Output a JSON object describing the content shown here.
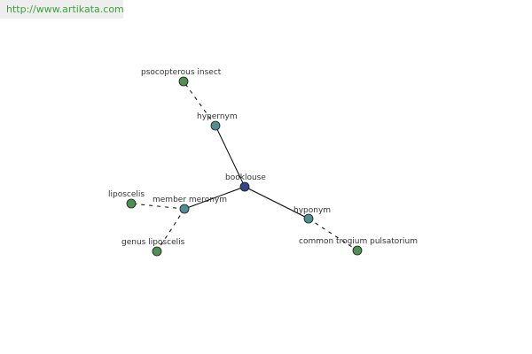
{
  "site": {
    "url_text": "http://www.artikata.com"
  },
  "graph": {
    "colors": {
      "center": "#35448a",
      "relation": "#4f8f8f",
      "term": "#4f8f4f",
      "edge": "#000000"
    },
    "nodes": [
      {
        "id": "booklouse",
        "label": "booklouse",
        "kind": "center"
      },
      {
        "id": "hypernym",
        "label": "hypernym",
        "kind": "relation"
      },
      {
        "id": "psocopterous-insect",
        "label": "psocopterous insect",
        "kind": "term"
      },
      {
        "id": "member-meronym",
        "label": "member meronym",
        "kind": "relation"
      },
      {
        "id": "liposcelis",
        "label": "liposcelis",
        "kind": "term"
      },
      {
        "id": "genus-liposcelis",
        "label": "genus liposcelis",
        "kind": "term"
      },
      {
        "id": "hyponym",
        "label": "hyponym",
        "kind": "relation"
      },
      {
        "id": "common-trogium-pulsatorium",
        "label": "common trogium pulsatorium",
        "kind": "term"
      }
    ],
    "edges": [
      {
        "from": "booklouse",
        "to": "hypernym",
        "style": "solid"
      },
      {
        "from": "booklouse",
        "to": "member-meronym",
        "style": "solid"
      },
      {
        "from": "booklouse",
        "to": "hyponym",
        "style": "solid"
      },
      {
        "from": "hypernym",
        "to": "psocopterous-insect",
        "style": "dashed"
      },
      {
        "from": "member-meronym",
        "to": "liposcelis",
        "style": "dashed"
      },
      {
        "from": "member-meronym",
        "to": "genus-liposcelis",
        "style": "dashed"
      },
      {
        "from": "hyponym",
        "to": "common-trogium-pulsatorium",
        "style": "dashed"
      }
    ]
  }
}
